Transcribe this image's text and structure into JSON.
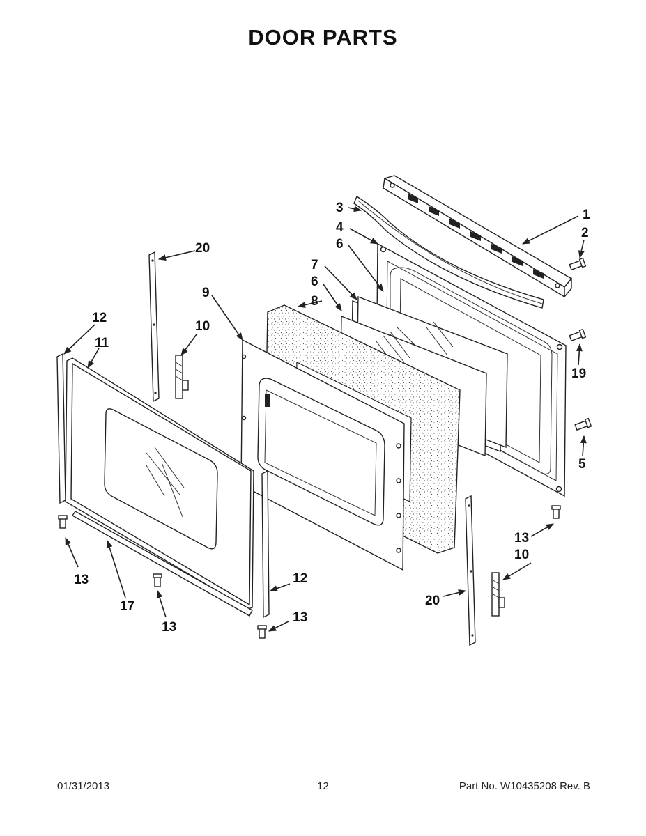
{
  "title": "DOOR PARTS",
  "callouts": {
    "c1": "1",
    "c2": "2",
    "c3": "3",
    "c4": "4",
    "c5": "5",
    "c6a": "6",
    "c6b": "6",
    "c7": "7",
    "c8": "8",
    "c9": "9",
    "c10a": "10",
    "c10b": "10",
    "c11": "11",
    "c12a": "12",
    "c12b": "12",
    "c13a": "13",
    "c13b": "13",
    "c13c": "13",
    "c13d": "13",
    "c17": "17",
    "c19": "19",
    "c20a": "20",
    "c20b": "20"
  },
  "footer": {
    "date": "01/31/2013",
    "page": "12",
    "part": "Part No.  W10435208  Rev.  B"
  }
}
